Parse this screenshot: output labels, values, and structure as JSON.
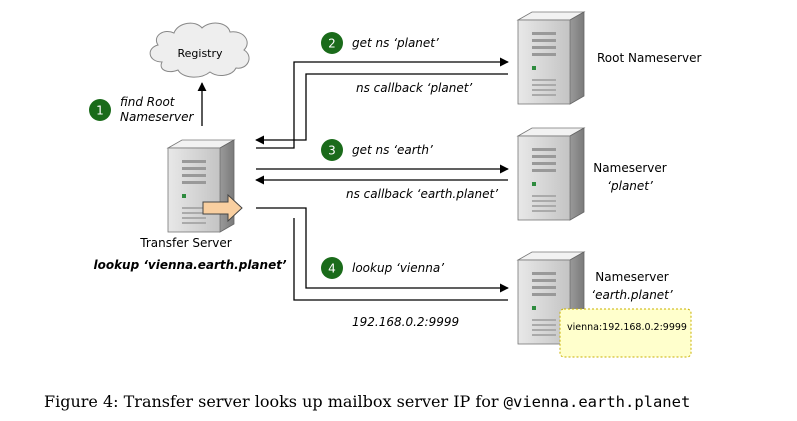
{
  "cloud": {
    "label": "Registry"
  },
  "nodes": {
    "transfer": {
      "label": "Transfer Server",
      "sublabel": "lookup ‘vienna.earth.planet’"
    },
    "root": {
      "label": "Root Nameserver"
    },
    "ns_planet": {
      "label_line1": "Nameserver",
      "label_line2": "‘planet’"
    },
    "ns_earth": {
      "label_line1": "Nameserver",
      "label_line2": "‘earth.planet’"
    }
  },
  "steps": {
    "s1": {
      "num": "1",
      "line1": "find Root",
      "line2": "Nameserver"
    },
    "s2": {
      "num": "2",
      "label": "get ns ‘planet’",
      "reply": "ns callback ‘planet’"
    },
    "s3": {
      "num": "3",
      "label": "get ns ‘earth’",
      "reply": "ns callback ‘earth.planet’"
    },
    "s4": {
      "num": "4",
      "label": "lookup ‘vienna’",
      "reply": "192.168.0.2:9999"
    }
  },
  "note": {
    "text": "vienna:192.168.0.2:9999"
  },
  "caption": {
    "prefix": "Figure 4: Transfer server looks up mailbox server IP for ",
    "code": "@vienna.earth.planet"
  },
  "colors": {
    "badge": "#1a6b1a",
    "note_fill": "#ffffcc",
    "note_border": "#c8b000",
    "arrow_fill": "#f9cfa0"
  }
}
